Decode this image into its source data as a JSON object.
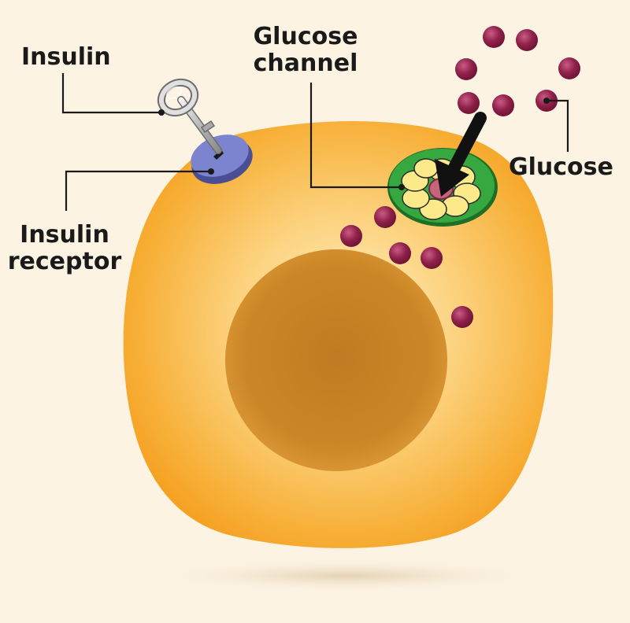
{
  "labels": {
    "insulin": "Insulin",
    "glucose_channel_line1": "Glucose",
    "glucose_channel_line2": "channel",
    "glucose": "Glucose",
    "insulin_receptor_line1": "Insulin",
    "insulin_receptor_line2": "receptor"
  },
  "colors": {
    "background": "#fdf3e2",
    "cell": "#f6a623",
    "nucleus": "#c98425",
    "receptor": "#6f77c4",
    "channel_ring": "#2c9a37",
    "channel_petals": "#f8e57d",
    "glucose": "#8d1f48",
    "key": "#c9c9c9"
  }
}
